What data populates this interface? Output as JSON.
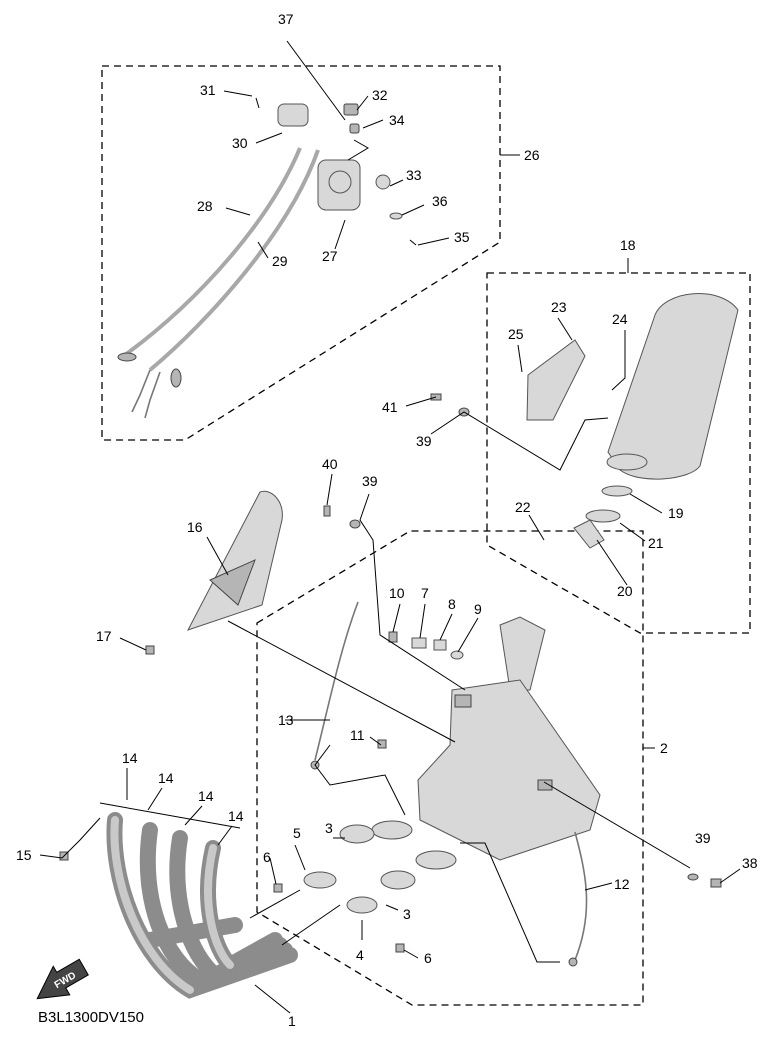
{
  "diagram_code": "B3L1300DV150",
  "fwd_label": "FWD",
  "callouts": {
    "c1": "1",
    "c2": "2",
    "c3a": "3",
    "c3b": "3",
    "c4": "4",
    "c5": "5",
    "c6a": "6",
    "c6b": "6",
    "c7": "7",
    "c8": "8",
    "c9": "9",
    "c10": "10",
    "c11": "11",
    "c12": "12",
    "c13": "13",
    "c14a": "14",
    "c14b": "14",
    "c14c": "14",
    "c14d": "14",
    "c15": "15",
    "c16": "16",
    "c17": "17",
    "c18": "18",
    "c19": "19",
    "c20": "20",
    "c21": "21",
    "c22": "22",
    "c23": "23",
    "c24": "24",
    "c25": "25",
    "c26": "26",
    "c27": "27",
    "c28": "28",
    "c29": "29",
    "c30": "30",
    "c31": "31",
    "c32": "32",
    "c33": "33",
    "c34": "34",
    "c35": "35",
    "c36": "36",
    "c37": "37",
    "c38": "38",
    "c39a": "39",
    "c39b": "39",
    "c39c": "39",
    "c40": "40",
    "c41": "41"
  }
}
